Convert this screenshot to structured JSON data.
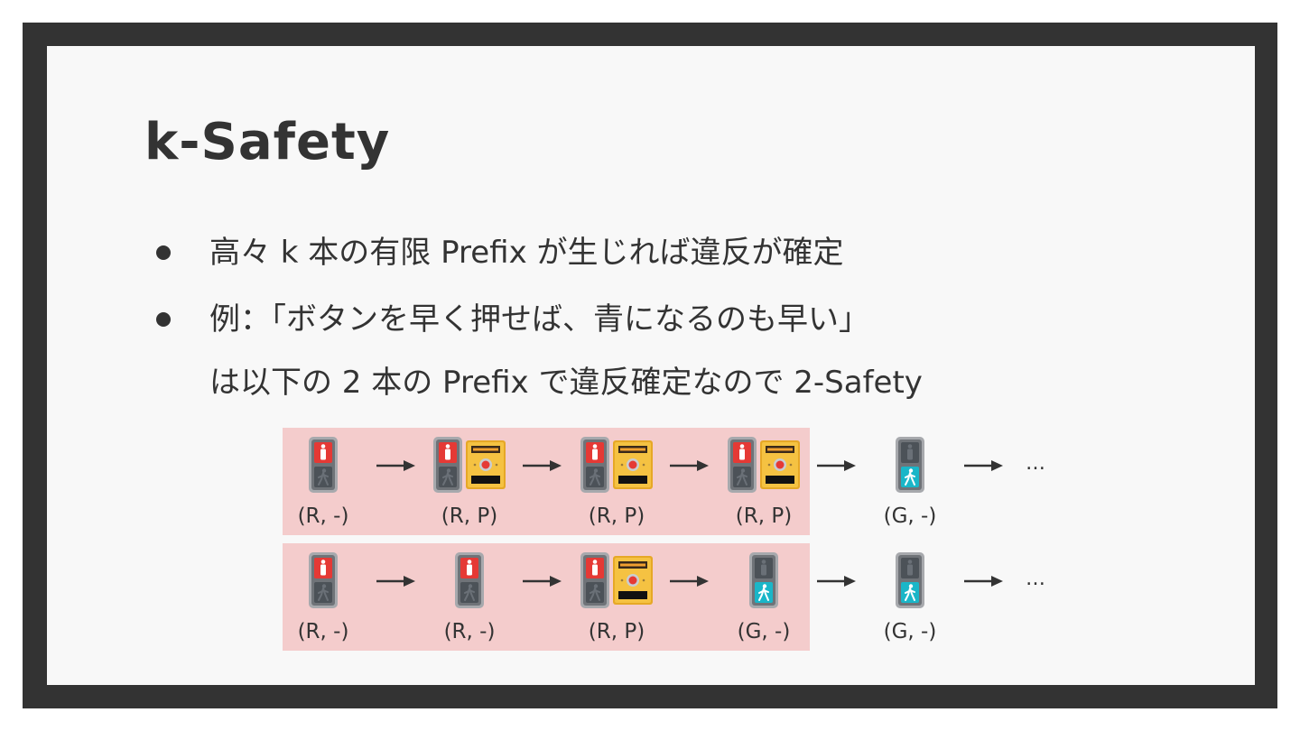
{
  "slide": {
    "title": "k-Safety",
    "bullets": [
      {
        "lines": [
          "高々 k 本の有限 Prefix が生じれば違反が確定"
        ]
      },
      {
        "lines": [
          "例：「ボタンを早く押せば、青になるのも早い」",
          "は以下の 2 本の Prefix で違反確定なので 2-Safety"
        ]
      }
    ]
  },
  "colors": {
    "frame": "#333333",
    "background": "#f8f8f8",
    "prefix_band": "#f4cccc",
    "signal_red": "#e53935",
    "signal_cyan": "#1ab6c8",
    "button_box": "#f5c242"
  },
  "diagram": {
    "rows": [
      {
        "steps": [
          {
            "label": "(R, -)",
            "signal": "red",
            "button": false
          },
          {
            "label": "(R, P)",
            "signal": "red",
            "button": true
          },
          {
            "label": "(R, P)",
            "signal": "red",
            "button": true
          },
          {
            "label": "(R, P)",
            "signal": "red",
            "button": true
          },
          {
            "label": "(G, -)",
            "signal": "green",
            "button": false
          }
        ],
        "ellipsis": "…"
      },
      {
        "steps": [
          {
            "label": "(R, -)",
            "signal": "red",
            "button": false
          },
          {
            "label": "(R, -)",
            "signal": "red",
            "button": false
          },
          {
            "label": "(R, P)",
            "signal": "red",
            "button": true
          },
          {
            "label": "(G, -)",
            "signal": "green",
            "button": false
          },
          {
            "label": "(G, -)",
            "signal": "green",
            "button": false
          }
        ],
        "ellipsis": "…"
      }
    ],
    "icons": {
      "signal": "pedestrian-signal-icon",
      "button": "push-button-box-icon",
      "arrow": "right-arrow-icon"
    }
  }
}
